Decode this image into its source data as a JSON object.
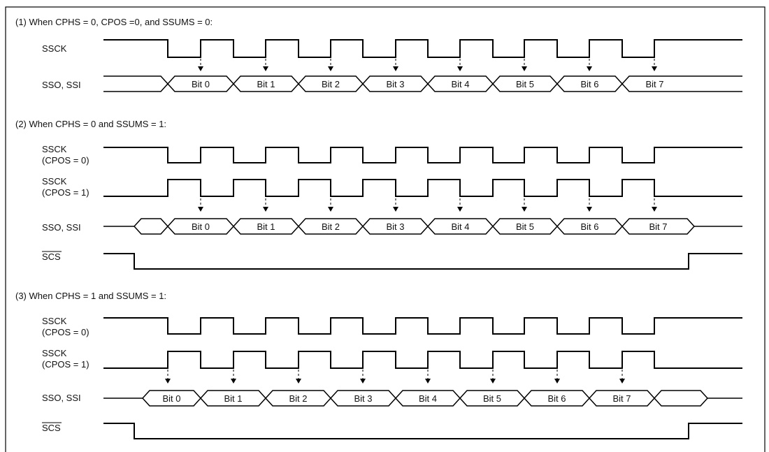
{
  "sections": [
    {
      "title": "(1) When CPHS = 0, CPOS =0, and SSUMS = 0:",
      "signals": [
        {
          "label": [
            "SSCK"
          ],
          "kind": "clock",
          "polarity": "idle-high",
          "arrows": true
        },
        {
          "label": [
            "SSO, SSI"
          ],
          "kind": "bus",
          "bits": [
            "Bit 0",
            "Bit 1",
            "Bit 2",
            "Bit 3",
            "Bit 4",
            "Bit 5",
            "Bit 6",
            "Bit 7"
          ],
          "trailing_slot": false,
          "style": "mode1"
        }
      ]
    },
    {
      "title": "(2) When CPHS = 0 and SSUMS = 1:",
      "signals": [
        {
          "label": [
            "SSCK",
            "(CPOS = 0)"
          ],
          "kind": "clock",
          "polarity": "idle-high",
          "arrows": false
        },
        {
          "label": [
            "SSCK",
            "(CPOS = 1)"
          ],
          "kind": "clock",
          "polarity": "idle-low",
          "arrows": true
        },
        {
          "label": [
            "SSO, SSI"
          ],
          "kind": "bus",
          "bits": [
            "Bit 0",
            "Bit 1",
            "Bit 2",
            "Bit 3",
            "Bit 4",
            "Bit 5",
            "Bit 6",
            "Bit 7"
          ],
          "leading_slot": true,
          "style": "mode2"
        },
        {
          "label": [
            "SCS"
          ],
          "kind": "select",
          "overline": true
        }
      ]
    },
    {
      "title": "(3) When CPHS = 1 and SSUMS = 1:",
      "signals": [
        {
          "label": [
            "SSCK",
            "(CPOS = 0)"
          ],
          "kind": "clock",
          "polarity": "idle-high",
          "arrows": false
        },
        {
          "label": [
            "SSCK",
            "(CPOS = 1)"
          ],
          "kind": "clock",
          "polarity": "idle-low",
          "arrows": true
        },
        {
          "label": [
            "SSO, SSI"
          ],
          "kind": "bus",
          "bits": [
            "Bit 0",
            "Bit 1",
            "Bit 2",
            "Bit 3",
            "Bit 4",
            "Bit 5",
            "Bit 6",
            "Bit 7"
          ],
          "trailing_slot": true,
          "style": "mode3"
        },
        {
          "label": [
            "SCS"
          ],
          "kind": "select",
          "overline": true
        }
      ]
    }
  ]
}
